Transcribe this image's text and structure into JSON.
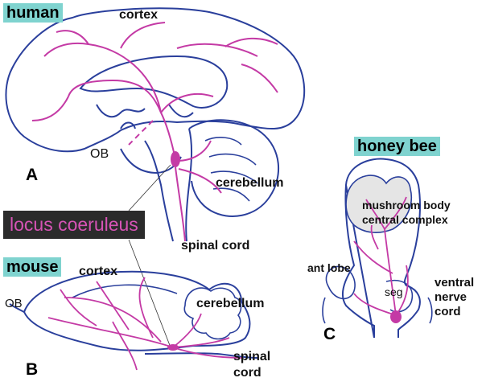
{
  "species": {
    "human": "human",
    "mouse": "mouse",
    "honey_bee": "honey bee"
  },
  "panels": {
    "a": "A",
    "b": "B",
    "c": "C"
  },
  "highlight": "locus coeruleus",
  "human_labels": {
    "cortex": "cortex",
    "ob": "OB",
    "cerebellum": "cerebellum",
    "spinal_cord": "spinal cord"
  },
  "mouse_labels": {
    "cortex": "cortex",
    "ob": "OB",
    "cerebellum": "cerebellum",
    "spinal_line1": "spinal",
    "spinal_line2": "cord"
  },
  "bee_labels": {
    "mushroom_body": "mushroom body",
    "central_complex": "central complex",
    "ant_lobe": "ant lobe",
    "seg": "seg",
    "ventral": "ventral",
    "nerve": "nerve",
    "cord": "cord"
  },
  "colors": {
    "outline": "#2a3f9c",
    "projection": "#c43aa5",
    "tag_bg": "#7fd3cf",
    "box_bg": "#2b2b2b",
    "box_text": "#d653b5"
  }
}
